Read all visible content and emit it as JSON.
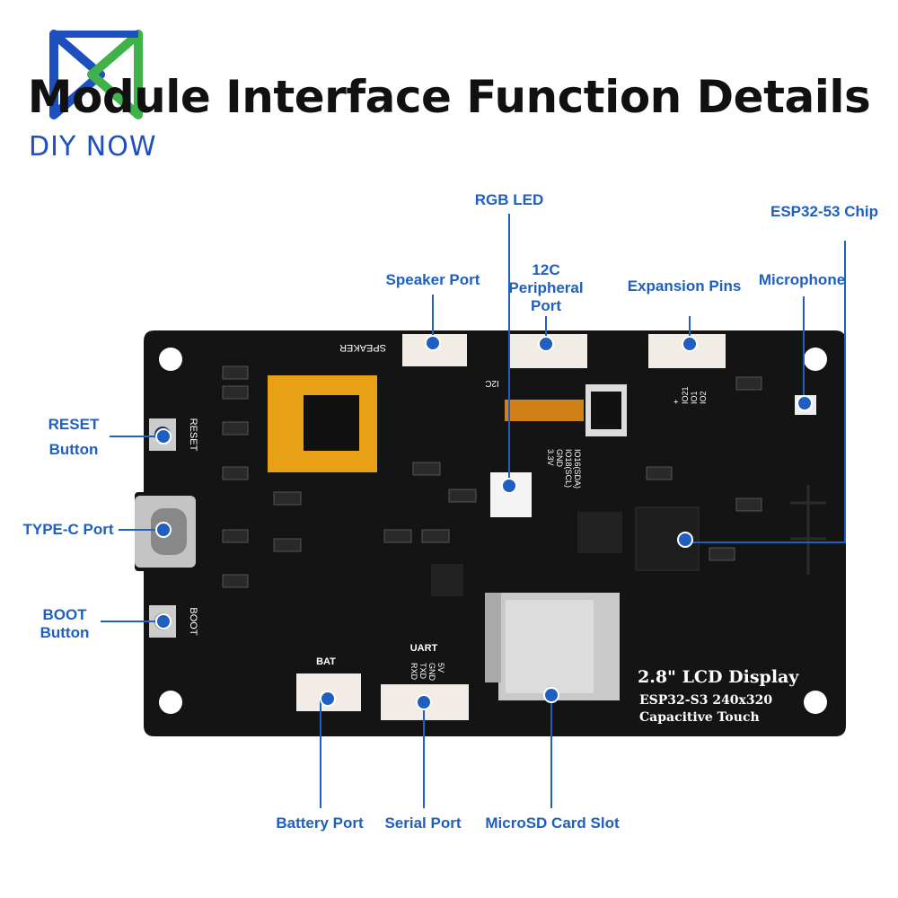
{
  "header": {
    "title": "Module Interface Function Details",
    "brand": "DIY NOW"
  },
  "labels": {
    "rgb_led": "RGB LED",
    "esp32_chip": "ESP32-53 Chip",
    "speaker_port": "Speaker Port",
    "i2c_line1": "12C",
    "i2c_line2": "Peripheral",
    "i2c_line3": "Port",
    "expansion_pins": "Expansion Pins",
    "microphone": "Microphone",
    "reset_line1": "RESET",
    "reset_line2": "Button",
    "typec_port": "TYPE-C Port",
    "boot_line1": "BOOT",
    "boot_line2": "Button",
    "battery_port": "Battery Port",
    "serial_port": "Serial Port",
    "microsd_slot": "MicroSD Card Slot"
  },
  "board": {
    "display_title": "2.8\" LCD Display",
    "display_spec": "ESP32-S3  240x320",
    "display_touch": "Capacitive Touch",
    "silk_speaker": "SPEAKER",
    "silk_reset": "RESET",
    "silk_boot": "BOOT",
    "silk_bat": "BAT",
    "silk_uart": "UART",
    "silk_i2c": "I2C",
    "silk_uart_pins": [
      "RXD",
      "TXD",
      "GND",
      "5V"
    ],
    "silk_i2c_pins": [
      "3.3V",
      "GND",
      "IO18(SCL)",
      "IO16(SDA)"
    ],
    "silk_exp_pins": [
      "IO2",
      "IO1",
      "IO21",
      "+"
    ]
  },
  "colors": {
    "accent": "#1f5fbf",
    "board": "#141414",
    "connector": "#f1ede6"
  }
}
